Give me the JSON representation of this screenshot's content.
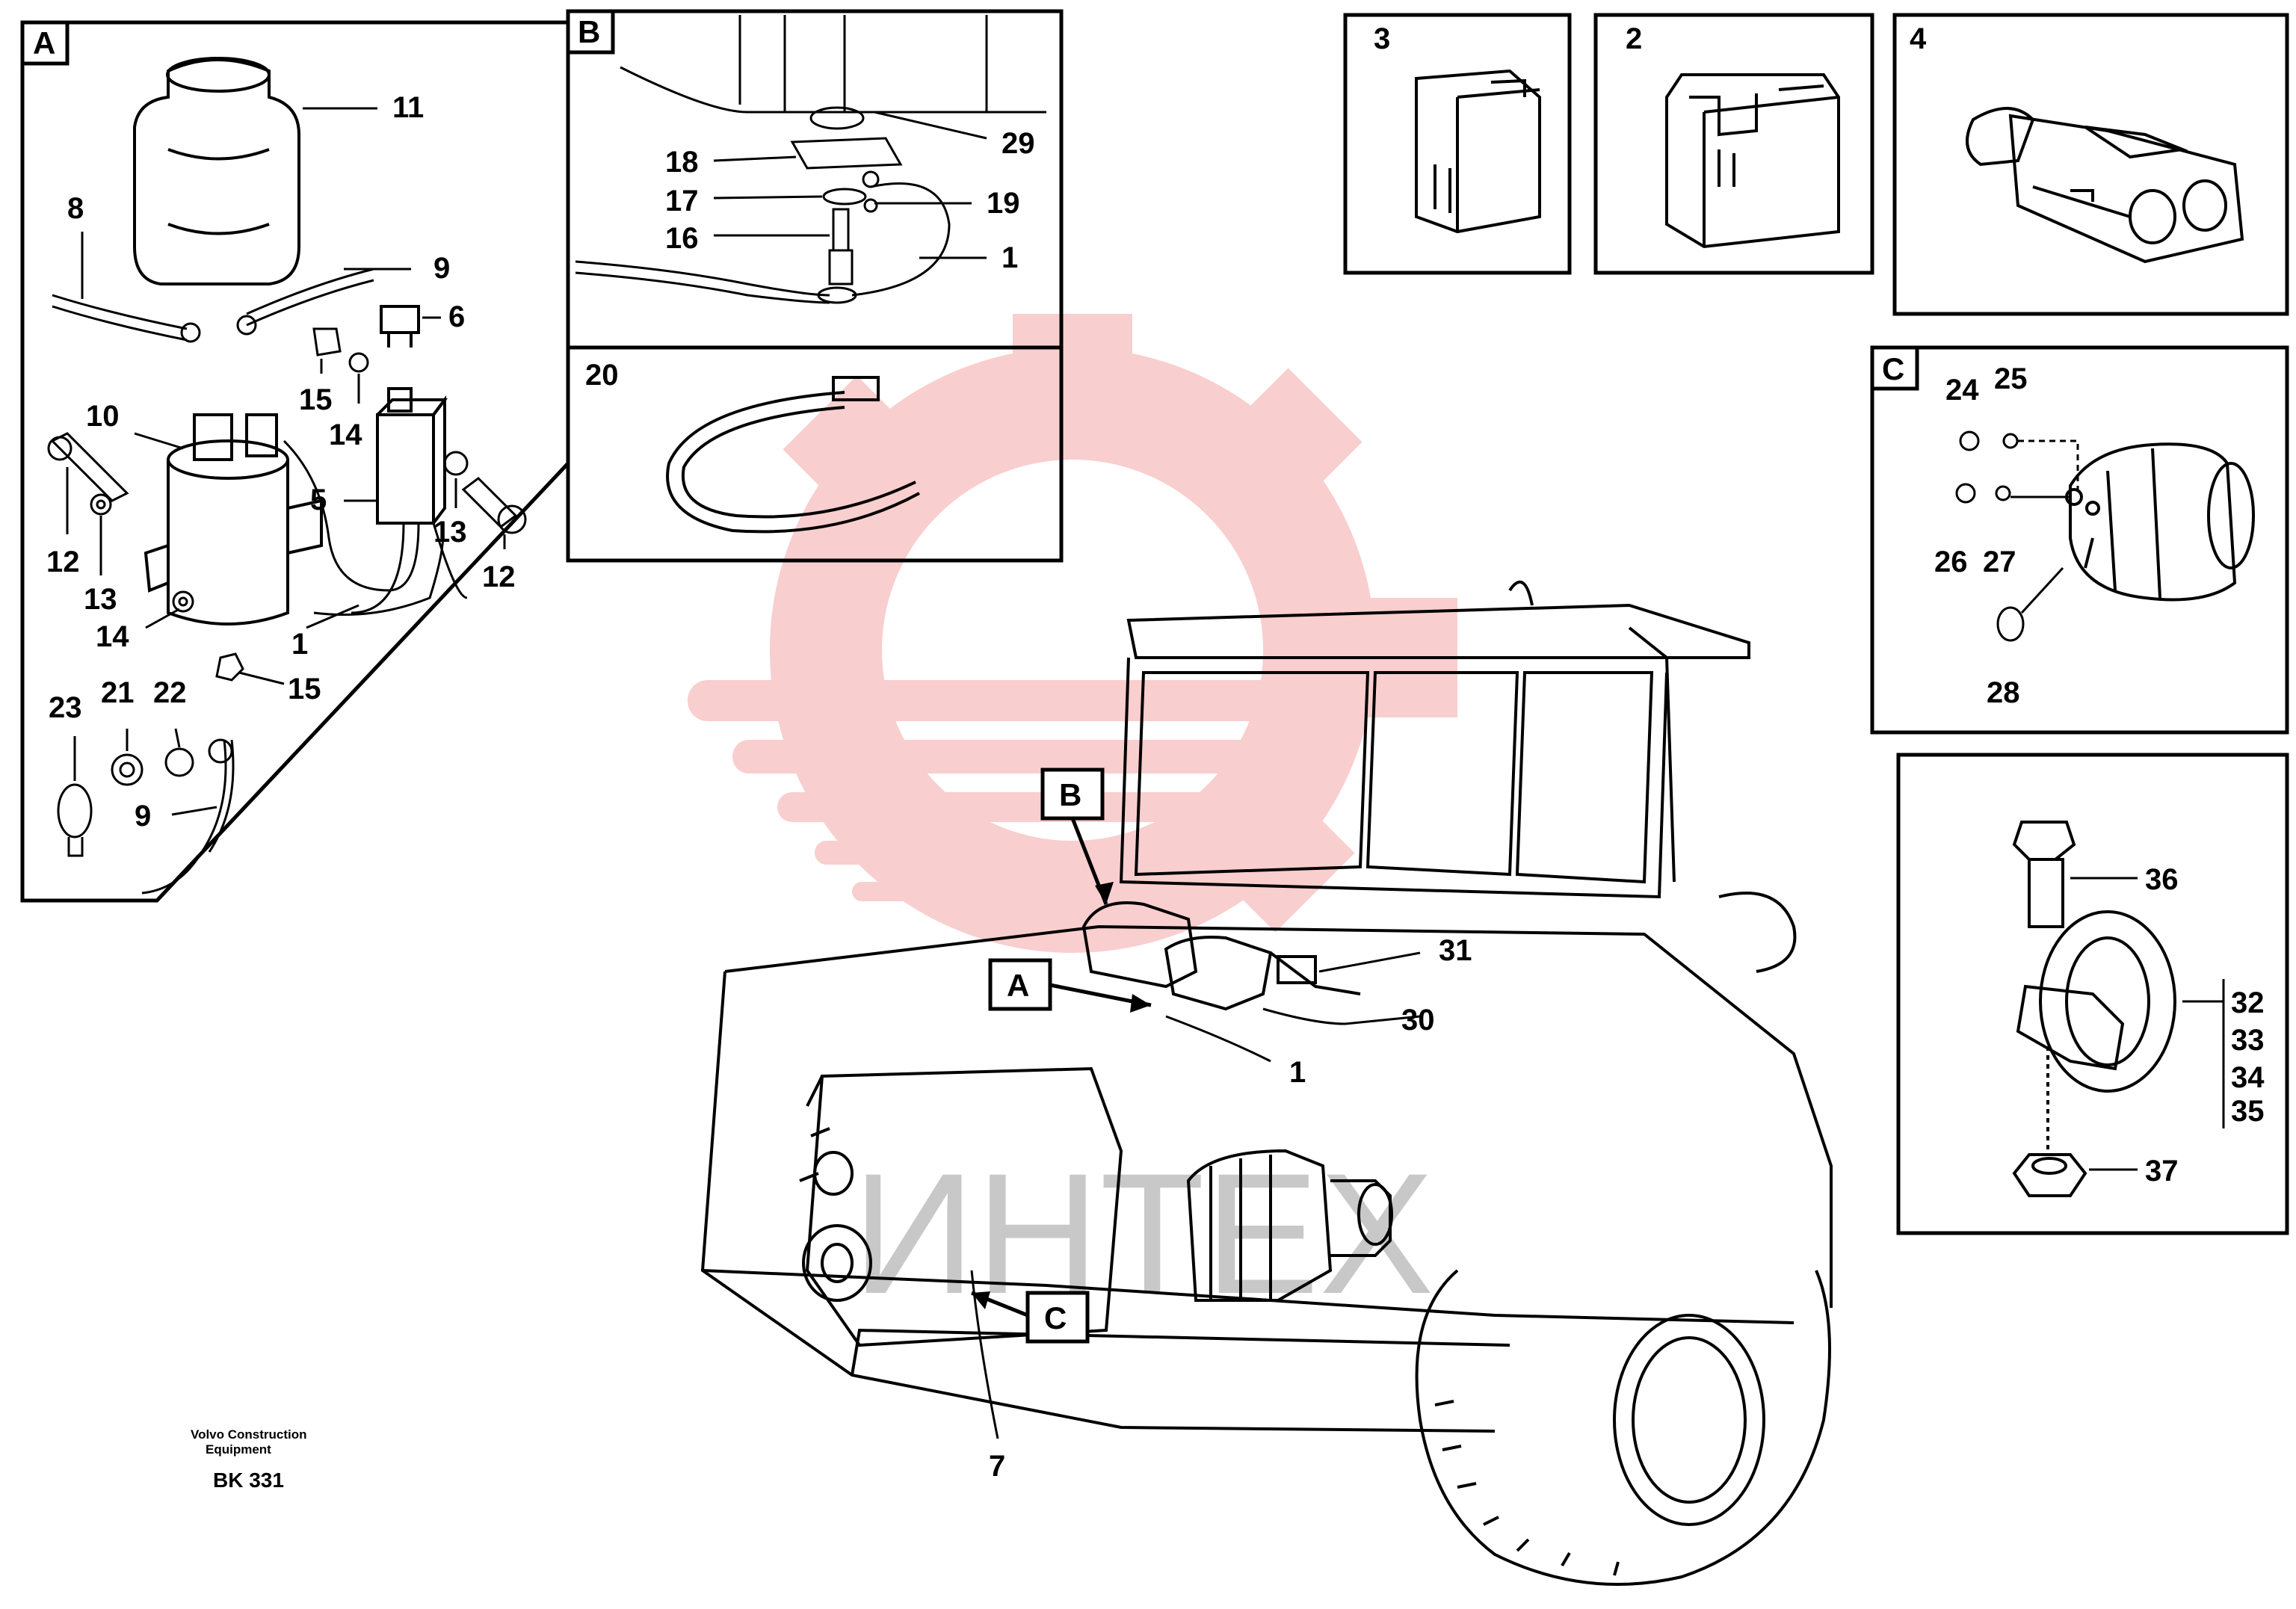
{
  "detail_panels": {
    "A": {
      "letter": "A",
      "labels": [
        "11",
        "8",
        "9",
        "6",
        "10",
        "15",
        "14",
        "5",
        "13",
        "12",
        "12",
        "13",
        "14",
        "15",
        "1",
        "23",
        "21",
        "22",
        "9"
      ]
    },
    "B": {
      "letter": "B",
      "labels": [
        "29",
        "18",
        "17",
        "19",
        "16",
        "1"
      ]
    },
    "C": {
      "letter": "C",
      "labels": [
        "24",
        "25",
        "26",
        "27",
        "28"
      ]
    },
    "connectors": {
      "labels": [
        "3",
        "2",
        "4"
      ]
    },
    "strap": {
      "labels": [
        "20"
      ]
    },
    "bolt": {
      "labels": [
        "36",
        "32",
        "33",
        "34",
        "35",
        "37"
      ]
    }
  },
  "main_view": {
    "callout_A": "A",
    "callout_B": "B",
    "callout_C": "C",
    "labels": [
      "31",
      "30",
      "1",
      "7"
    ]
  },
  "footer": {
    "company_line1": "Volvo Construction",
    "company_line2": "Equipment",
    "code": "BK 331"
  },
  "watermark": {
    "text": "ИНТЕХ",
    "color": "#f4a6a6"
  }
}
